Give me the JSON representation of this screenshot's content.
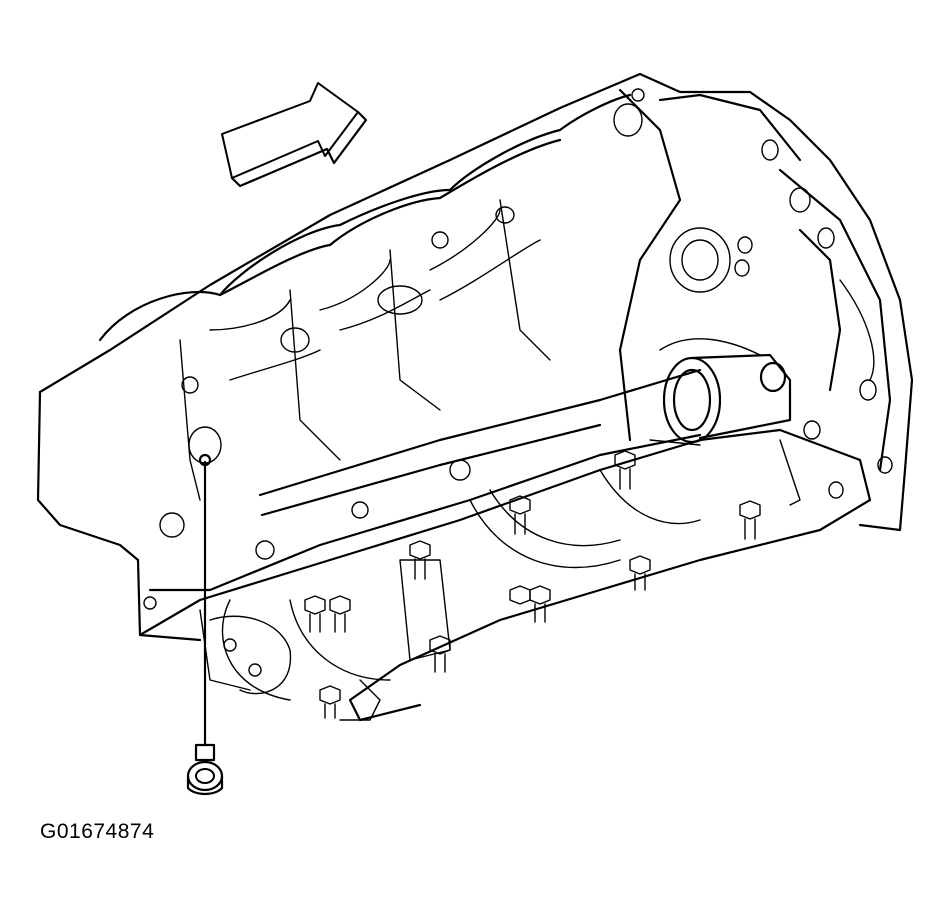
{
  "figure": {
    "id_label": "G01674874",
    "subject": "engine-block-underside",
    "callout": "block-drain-plug"
  },
  "icons": {
    "direction_arrow": "arrow-right-icon",
    "plug": "bolt-plug-icon"
  }
}
